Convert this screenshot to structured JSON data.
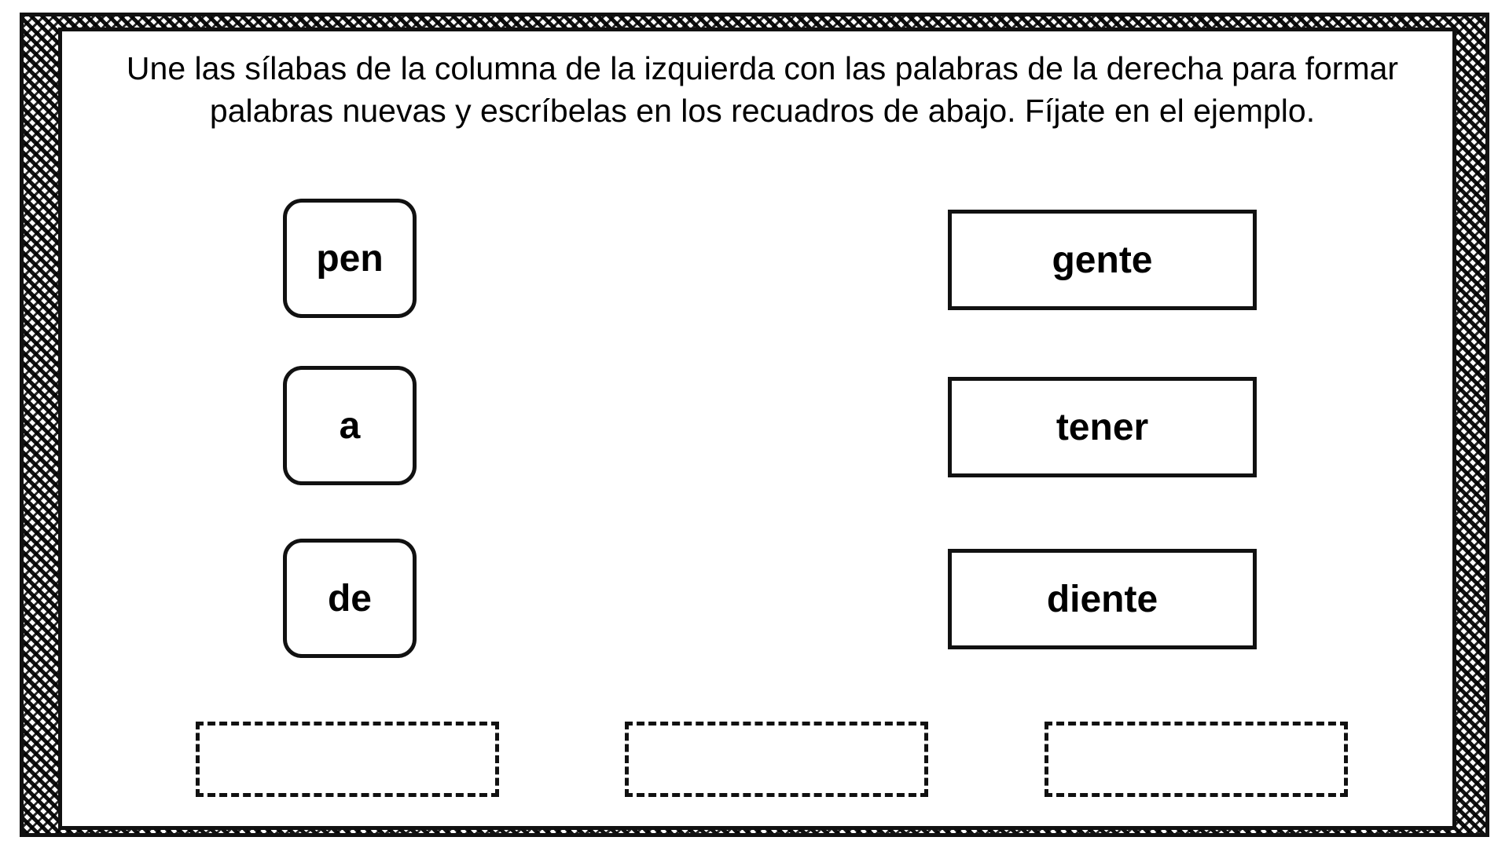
{
  "instructions": "Une las sílabas de la columna de la izquierda con las palabras de la derecha para formar palabras nuevas y escríbelas en los recuadros de abajo. Fíjate en el ejemplo.",
  "syllables": [
    "pen",
    "a",
    "de"
  ],
  "words": [
    "gente",
    "tener",
    "diente"
  ],
  "answer_boxes": [
    "",
    "",
    ""
  ]
}
